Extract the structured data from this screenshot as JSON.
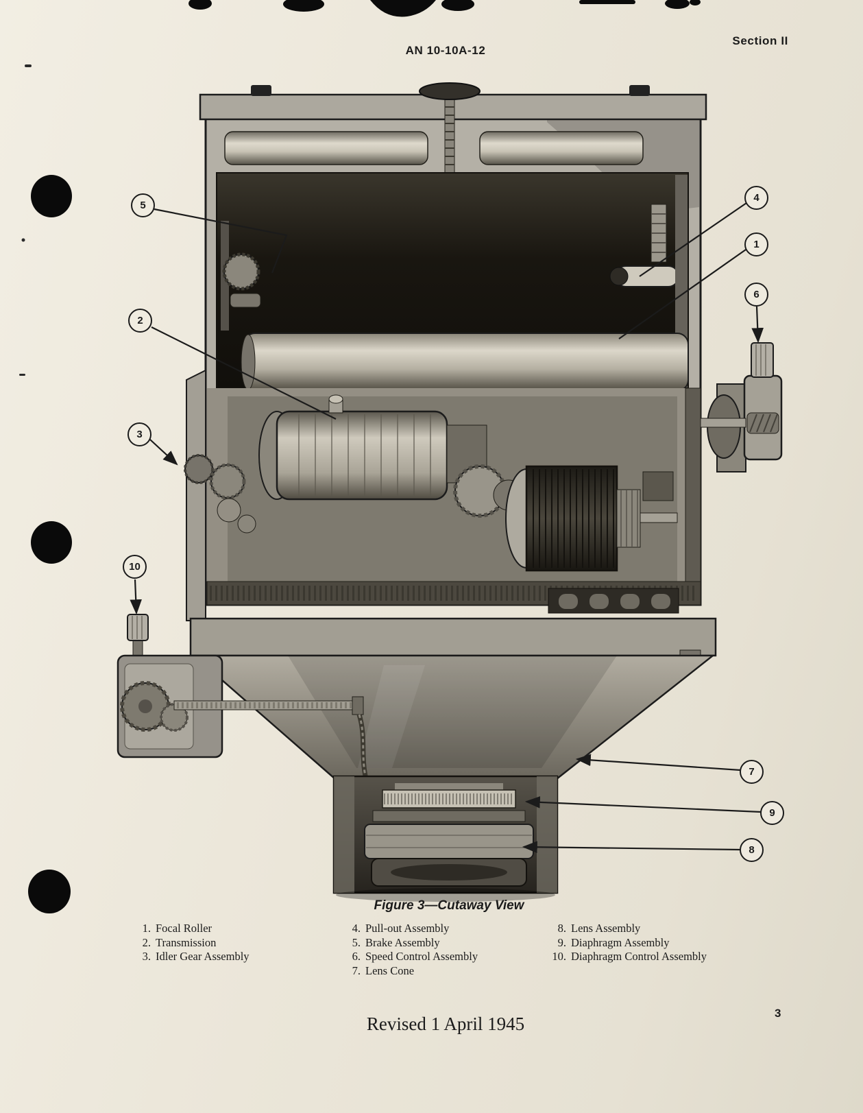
{
  "page": {
    "doc_number": "AN 10-10A-12",
    "section_label": "Section II",
    "page_number": "3",
    "revision_note": "Revised 1 April 1945"
  },
  "figure": {
    "caption": "Figure 3—Cutaway View",
    "callouts": [
      "1",
      "2",
      "3",
      "4",
      "5",
      "6",
      "7",
      "8",
      "9",
      "10"
    ]
  },
  "legend": {
    "columns": [
      {
        "items": [
          {
            "n": "1.",
            "t": "Focal Roller"
          },
          {
            "n": "2.",
            "t": "Transmission"
          },
          {
            "n": "3.",
            "t": "Idler Gear Assembly"
          }
        ]
      },
      {
        "items": [
          {
            "n": "4.",
            "t": "Pull-out Assembly"
          },
          {
            "n": "5.",
            "t": "Brake Assembly"
          },
          {
            "n": "6.",
            "t": "Speed Control Assembly"
          },
          {
            "n": "7.",
            "t": "Lens Cone"
          }
        ]
      },
      {
        "items": [
          {
            "n": "8.",
            "t": "Lens Assembly"
          },
          {
            "n": "9.",
            "t": "Diaphragm Assembly"
          },
          {
            "n": "10.",
            "t": "Diaphragm Control Assembly"
          }
        ]
      }
    ]
  }
}
